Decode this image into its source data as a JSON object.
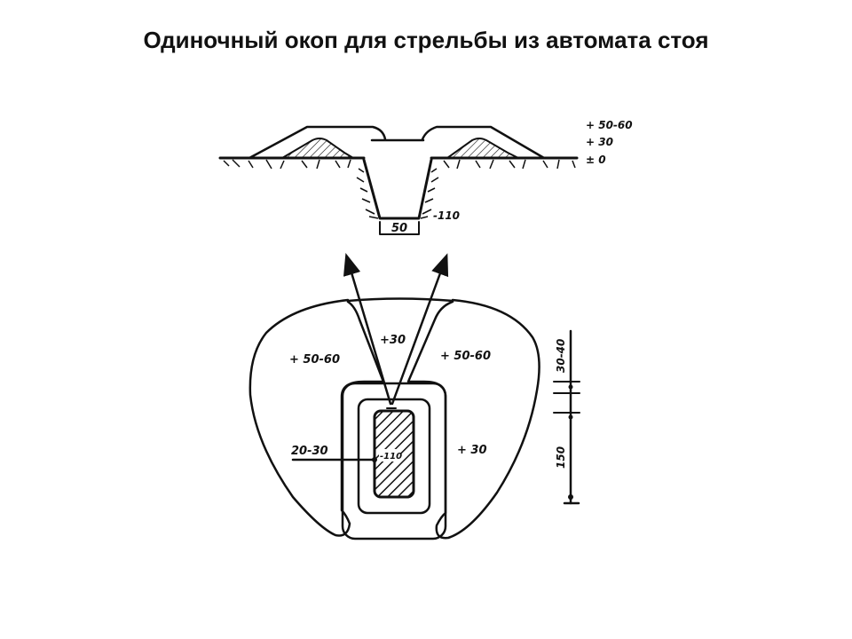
{
  "title": "Одиночный окоп для стрельбы из автомата стоя",
  "section_view": {
    "elevation_labels": [
      "+ 50-60",
      "+ 30",
      "± 0"
    ],
    "depth_label": "-110",
    "bottom_width_label": "50"
  },
  "plan_view": {
    "parapet_left_label": "+ 50-60",
    "parapet_right_label": "+ 50-60",
    "front_gap_label": "+30",
    "side_label": "+ 30",
    "berm_label": "20-30",
    "pit_depth_label": "-110",
    "dim_top_label": "30-40",
    "dim_bottom_label": "150"
  },
  "colors": {
    "ink": "#111111",
    "background": "#ffffff"
  }
}
